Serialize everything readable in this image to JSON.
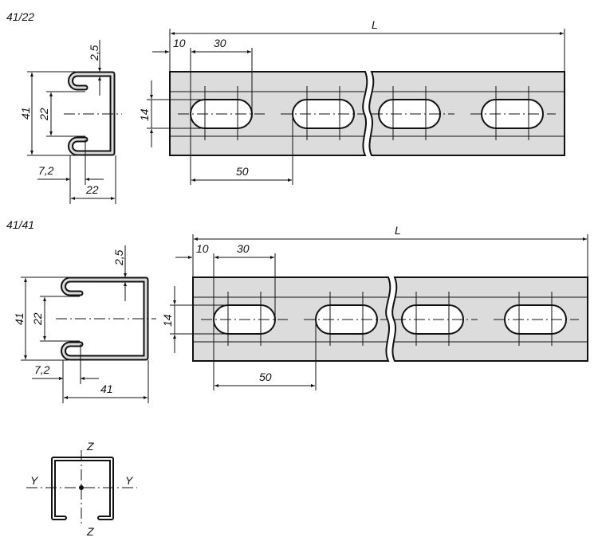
{
  "variants": [
    {
      "name": "41/22",
      "height": "41",
      "opening": "22",
      "thickness": "2,5",
      "lip": "7,2",
      "width": "22",
      "slot_height": "14",
      "edge_offset": "10",
      "slot_length": "30",
      "pitch": "50",
      "length": "L"
    },
    {
      "name": "41/41",
      "height": "41",
      "opening": "22",
      "thickness": "2,5",
      "lip": "7,2",
      "width": "41",
      "slot_height": "14",
      "edge_offset": "10",
      "slot_length": "30",
      "pitch": "50",
      "length": "L"
    }
  ],
  "axes": {
    "y_left": "Y",
    "y_right": "Y",
    "z_top": "Z",
    "z_bottom": "Z"
  }
}
